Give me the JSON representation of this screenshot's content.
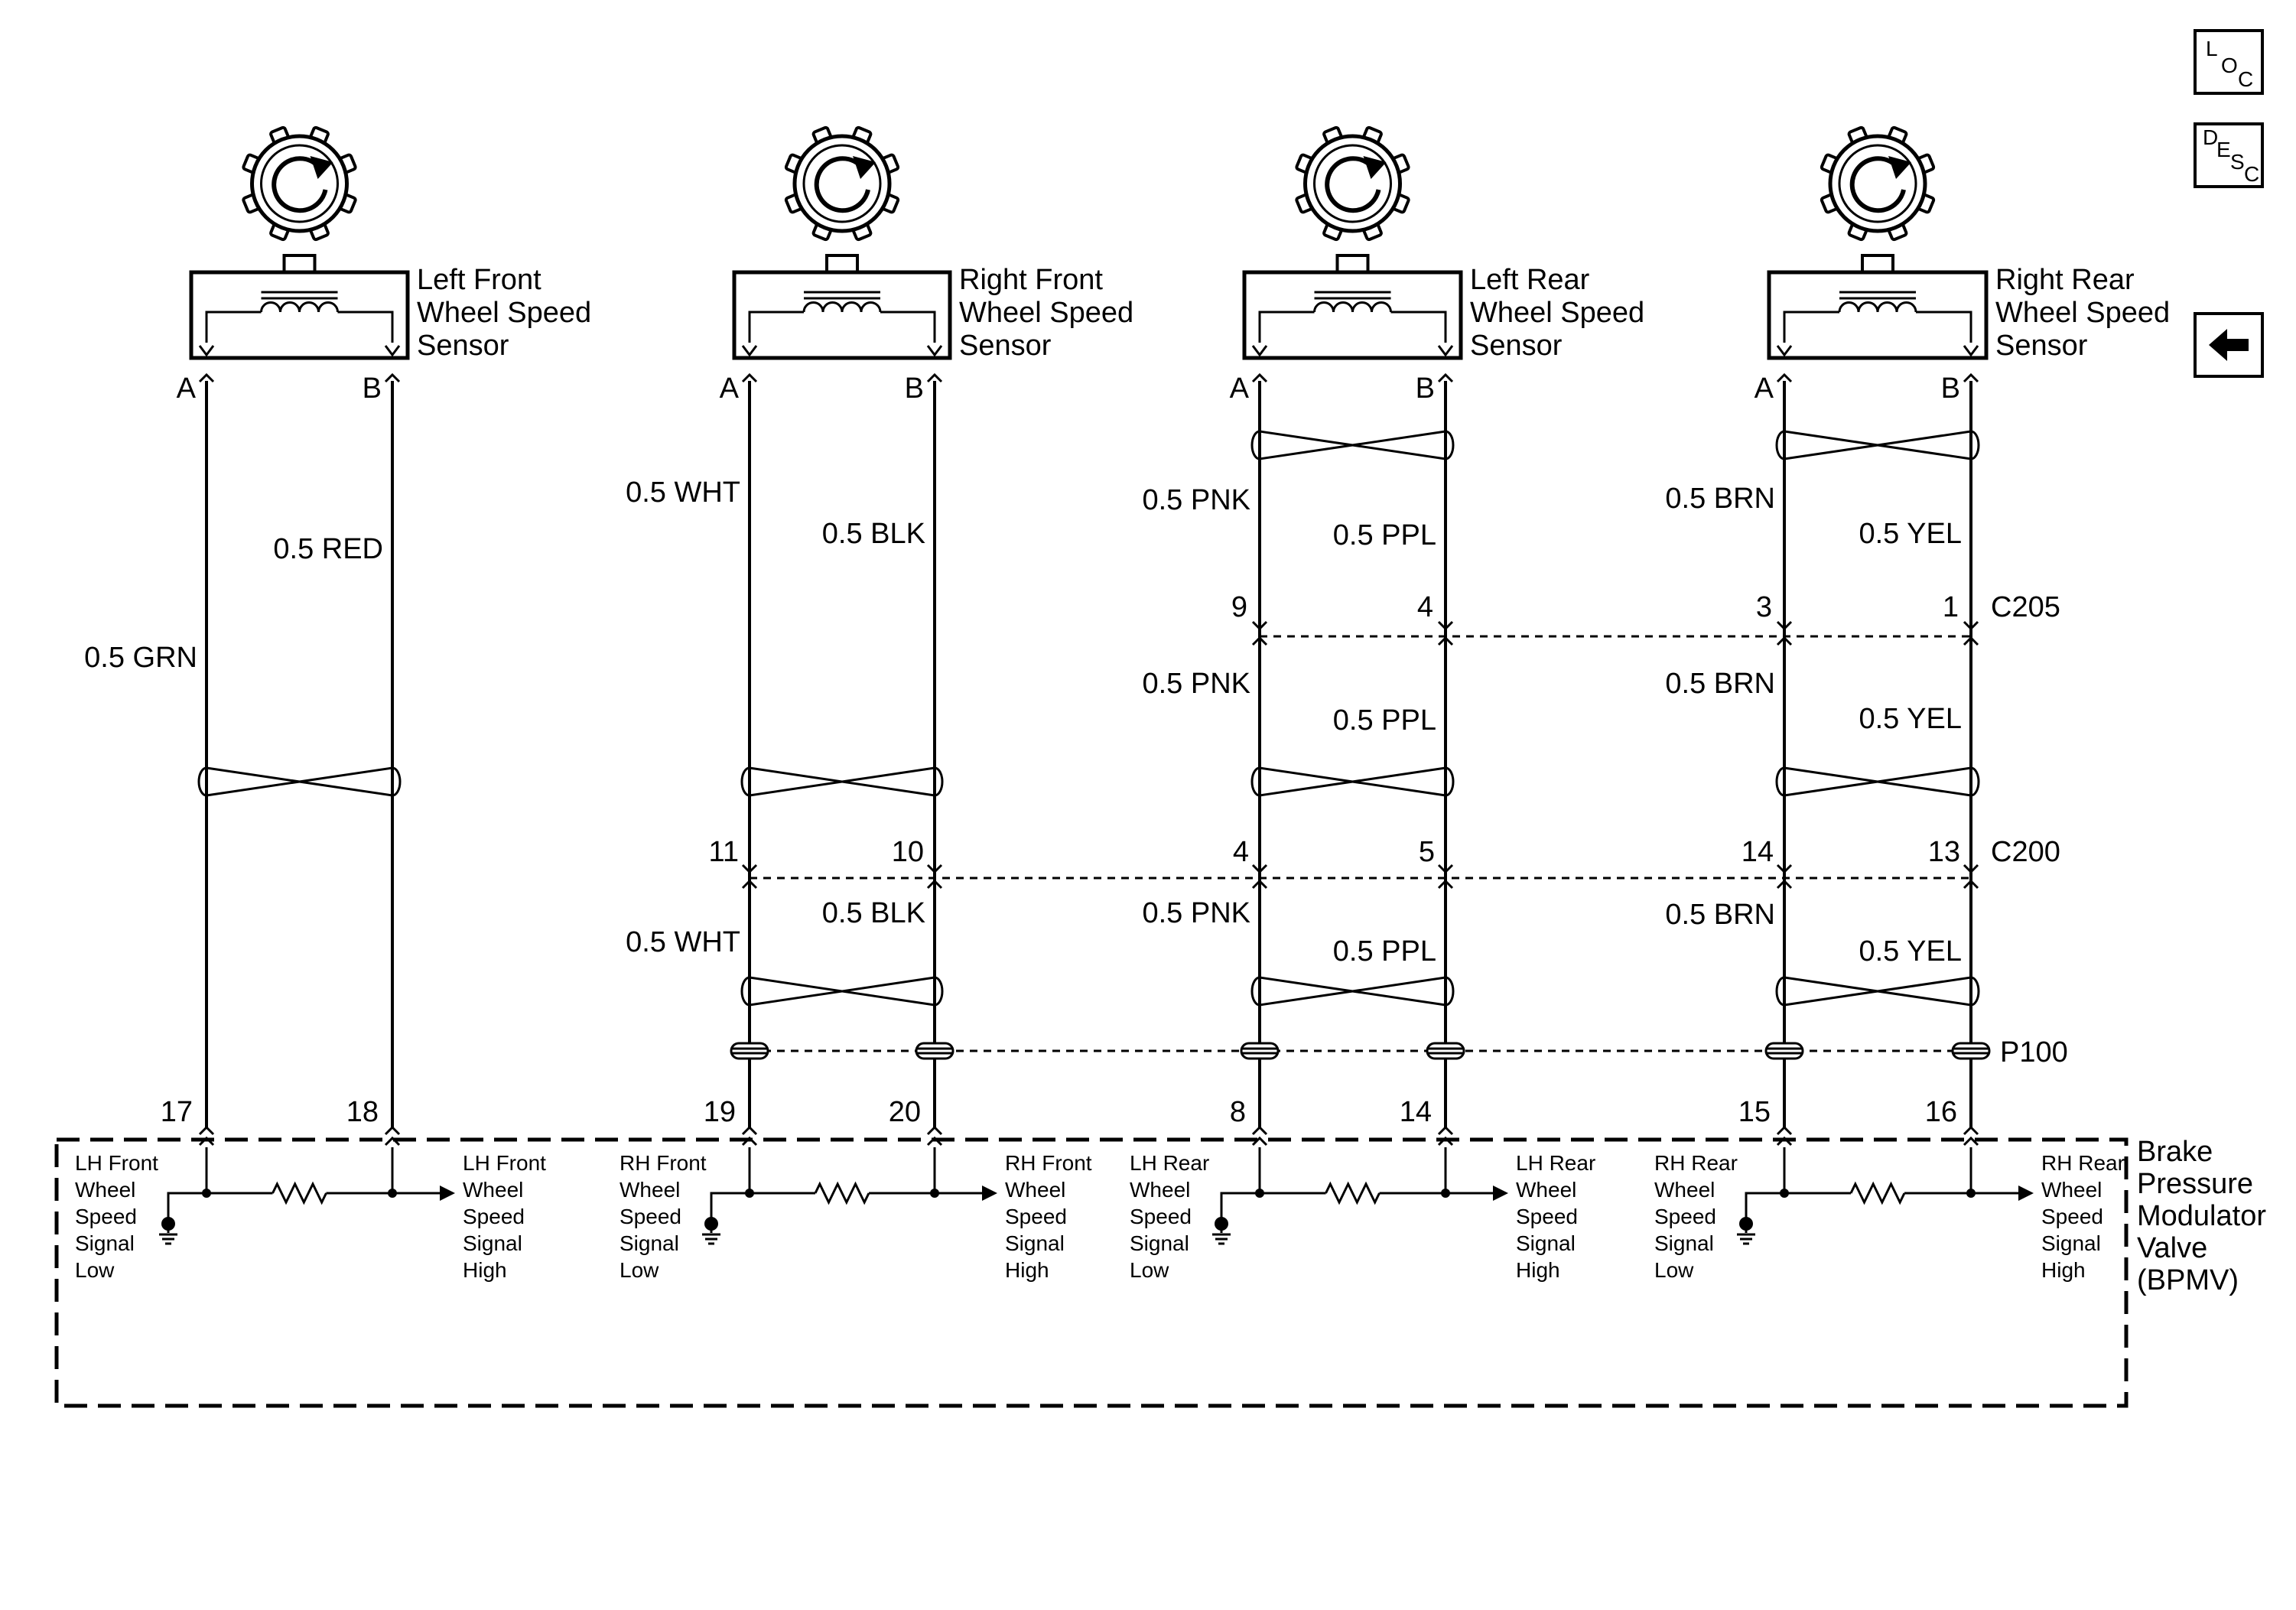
{
  "sensors": [
    {
      "name_lines": [
        "Left Front",
        "Wheel Speed",
        "Sensor"
      ],
      "pin_a": "A",
      "pin_b": "B"
    },
    {
      "name_lines": [
        "Right Front",
        "Wheel Speed",
        "Sensor"
      ],
      "pin_a": "A",
      "pin_b": "B"
    },
    {
      "name_lines": [
        "Left Rear",
        "Wheel Speed",
        "Sensor"
      ],
      "pin_a": "A",
      "pin_b": "B"
    },
    {
      "name_lines": [
        "Right Rear",
        "Wheel Speed",
        "Sensor"
      ],
      "pin_a": "A",
      "pin_b": "B"
    }
  ],
  "wire_labels": {
    "lf_a": "0.5 GRN",
    "lf_b": "0.5 RED",
    "rf_a_upper": "0.5 WHT",
    "rf_b_upper": "0.5 BLK",
    "rf_a_lower": "0.5 WHT",
    "rf_b_lower": "0.5 BLK",
    "lr_a_1": "0.5 PNK",
    "lr_b_1": "0.5 PPL",
    "lr_a_2": "0.5 PNK",
    "lr_b_2": "0.5 PPL",
    "lr_a_3": "0.5 PNK",
    "lr_b_3": "0.5 PPL",
    "rr_a_1": "0.5 BRN",
    "rr_b_1": "0.5 YEL",
    "rr_a_2": "0.5 BRN",
    "rr_b_2": "0.5 YEL",
    "rr_a_3": "0.5 BRN",
    "rr_b_3": "0.5 YEL"
  },
  "connectors": {
    "c205": {
      "name": "C205",
      "pins": [
        "9",
        "4",
        "3",
        "1"
      ]
    },
    "c200": {
      "name": "C200",
      "pins": [
        "11",
        "10",
        "4",
        "5",
        "14",
        "13"
      ]
    },
    "p100": {
      "name": "P100"
    }
  },
  "bpmv": {
    "name_lines": [
      "Brake",
      "Pressure",
      "Modulator",
      "Valve",
      "(BPMV)"
    ],
    "pins": [
      "17",
      "18",
      "19",
      "20",
      "8",
      "14",
      "15",
      "16"
    ],
    "signals": [
      [
        "LH Front",
        "Wheel",
        "Speed",
        "Signal",
        "Low"
      ],
      [
        "LH Front",
        "Wheel",
        "Speed",
        "Signal",
        "High"
      ],
      [
        "RH Front",
        "Wheel",
        "Speed",
        "Signal",
        "Low"
      ],
      [
        "RH Front",
        "Wheel",
        "Speed",
        "Signal",
        "High"
      ],
      [
        "LH Rear",
        "Wheel",
        "Speed",
        "Signal",
        "Low"
      ],
      [
        "LH Rear",
        "Wheel",
        "Speed",
        "Signal",
        "High"
      ],
      [
        "RH Rear",
        "Wheel",
        "Speed",
        "Signal",
        "Low"
      ],
      [
        "RH Rear",
        "Wheel",
        "Speed",
        "Signal",
        "High"
      ]
    ]
  },
  "nav": {
    "loc": [
      "L",
      "O",
      "C"
    ],
    "desc": [
      "D",
      "E",
      "S",
      "C"
    ]
  }
}
